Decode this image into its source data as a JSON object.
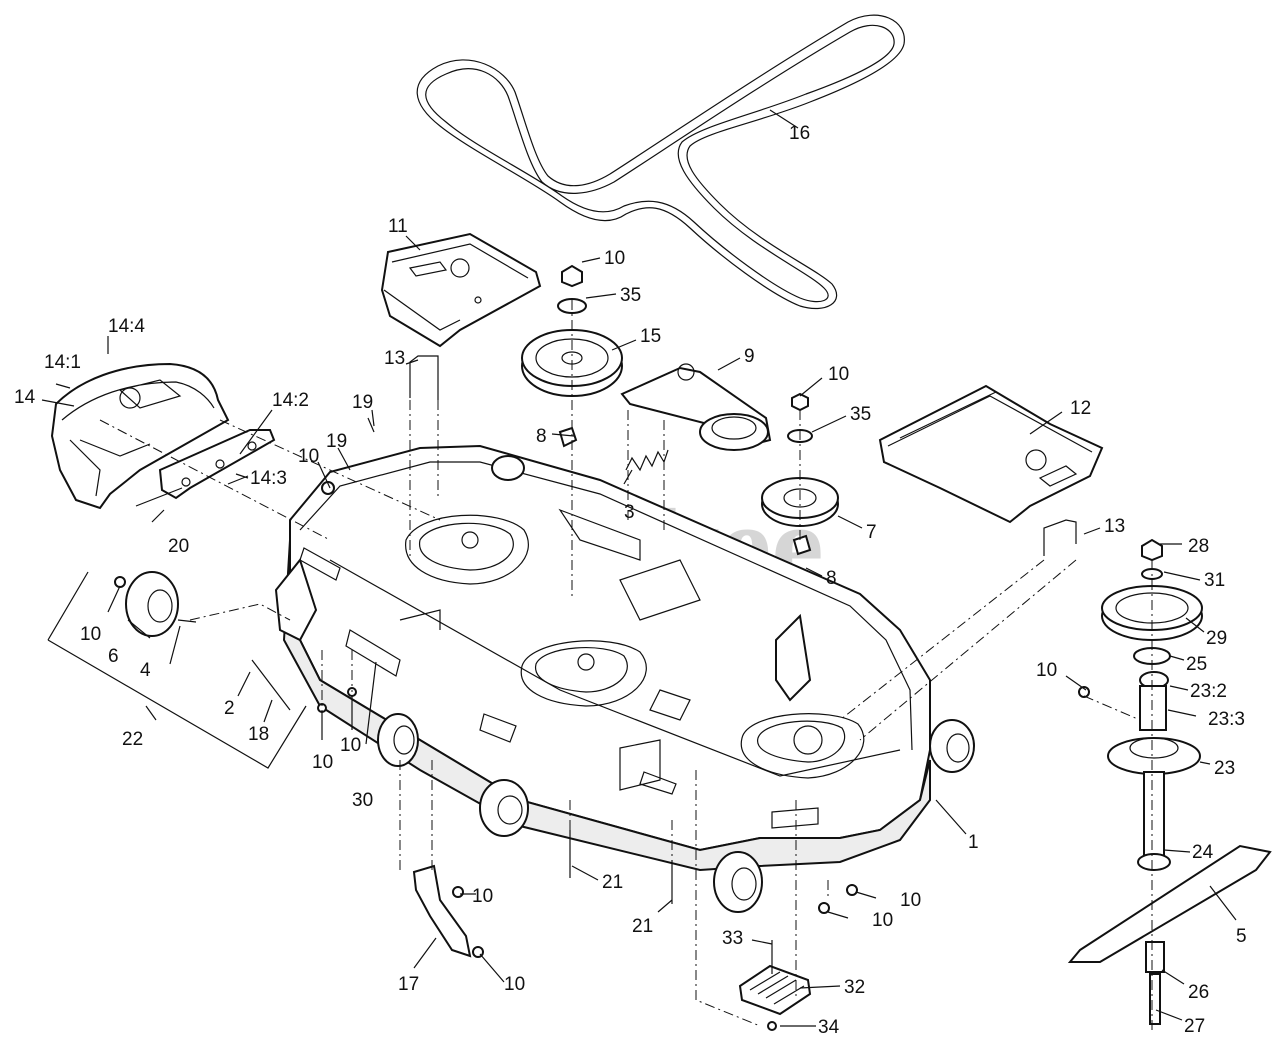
{
  "watermark": "PartsTree",
  "callouts": [
    {
      "id": "c16",
      "label": "16"
    },
    {
      "id": "c11",
      "label": "11"
    },
    {
      "id": "c10a",
      "label": "10"
    },
    {
      "id": "c35a",
      "label": "35"
    },
    {
      "id": "c15",
      "label": "15"
    },
    {
      "id": "c9",
      "label": "9"
    },
    {
      "id": "c10b",
      "label": "10"
    },
    {
      "id": "c35b",
      "label": "35"
    },
    {
      "id": "c12",
      "label": "12"
    },
    {
      "id": "c14_4",
      "label": "14:4"
    },
    {
      "id": "c14_1",
      "label": "14:1"
    },
    {
      "id": "c14",
      "label": "14"
    },
    {
      "id": "c14_2",
      "label": "14:2"
    },
    {
      "id": "c14_3",
      "label": "14:3"
    },
    {
      "id": "c13a",
      "label": "13"
    },
    {
      "id": "c19a",
      "label": "19"
    },
    {
      "id": "c19b",
      "label": "19"
    },
    {
      "id": "c10c",
      "label": "10"
    },
    {
      "id": "c8a",
      "label": "8"
    },
    {
      "id": "c3",
      "label": "3"
    },
    {
      "id": "c7",
      "label": "7"
    },
    {
      "id": "c8b",
      "label": "8"
    },
    {
      "id": "c13b",
      "label": "13"
    },
    {
      "id": "c28",
      "label": "28"
    },
    {
      "id": "c31",
      "label": "31"
    },
    {
      "id": "c29",
      "label": "29"
    },
    {
      "id": "c25",
      "label": "25"
    },
    {
      "id": "c23_2",
      "label": "23:2"
    },
    {
      "id": "c23_3",
      "label": "23:3"
    },
    {
      "id": "c10d",
      "label": "10"
    },
    {
      "id": "c23",
      "label": "23"
    },
    {
      "id": "c20",
      "label": "20"
    },
    {
      "id": "c10e",
      "label": "10"
    },
    {
      "id": "c6",
      "label": "6"
    },
    {
      "id": "c4",
      "label": "4"
    },
    {
      "id": "c2",
      "label": "2"
    },
    {
      "id": "c18",
      "label": "18"
    },
    {
      "id": "c22",
      "label": "22"
    },
    {
      "id": "c10f",
      "label": "10"
    },
    {
      "id": "c10g",
      "label": "10"
    },
    {
      "id": "c30",
      "label": "30"
    },
    {
      "id": "c1",
      "label": "1"
    },
    {
      "id": "c24",
      "label": "24"
    },
    {
      "id": "c5",
      "label": "5"
    },
    {
      "id": "c21a",
      "label": "21"
    },
    {
      "id": "c21b",
      "label": "21"
    },
    {
      "id": "c10h",
      "label": "10"
    },
    {
      "id": "c10i",
      "label": "10"
    },
    {
      "id": "c10j",
      "label": "10"
    },
    {
      "id": "c33",
      "label": "33"
    },
    {
      "id": "c32",
      "label": "32"
    },
    {
      "id": "c34",
      "label": "34"
    },
    {
      "id": "c17",
      "label": "17"
    },
    {
      "id": "c10k",
      "label": "10"
    },
    {
      "id": "c26",
      "label": "26"
    },
    {
      "id": "c27",
      "label": "27"
    }
  ]
}
